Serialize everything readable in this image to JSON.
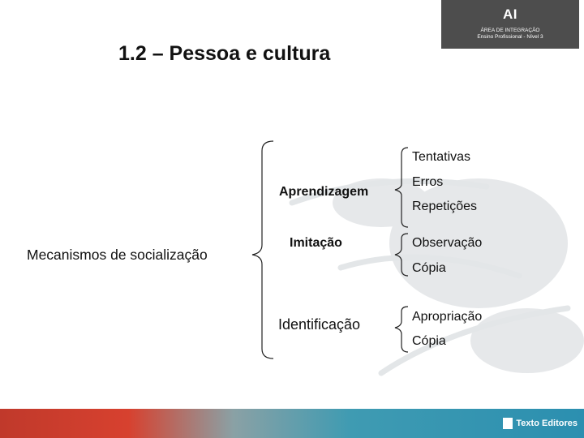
{
  "header": {
    "logo": "AI",
    "line1": "ÁREA DE INTEGRAÇÃO",
    "line2": "Ensino Profissional - Nível 3"
  },
  "title": "1.2 – Pessoa e cultura",
  "diagram": {
    "root": "Mecanismos de socialização",
    "branches": [
      {
        "label": "Aprendizagem",
        "items": [
          "Tentativas",
          "Erros",
          "Repetições"
        ]
      },
      {
        "label": "Imitação",
        "items": [
          "Observação",
          "Cópia"
        ]
      },
      {
        "label": "Identificação",
        "items": [
          "Apropriação",
          "Cópia"
        ]
      }
    ]
  },
  "footer": {
    "publisher": "Texto Editores"
  }
}
